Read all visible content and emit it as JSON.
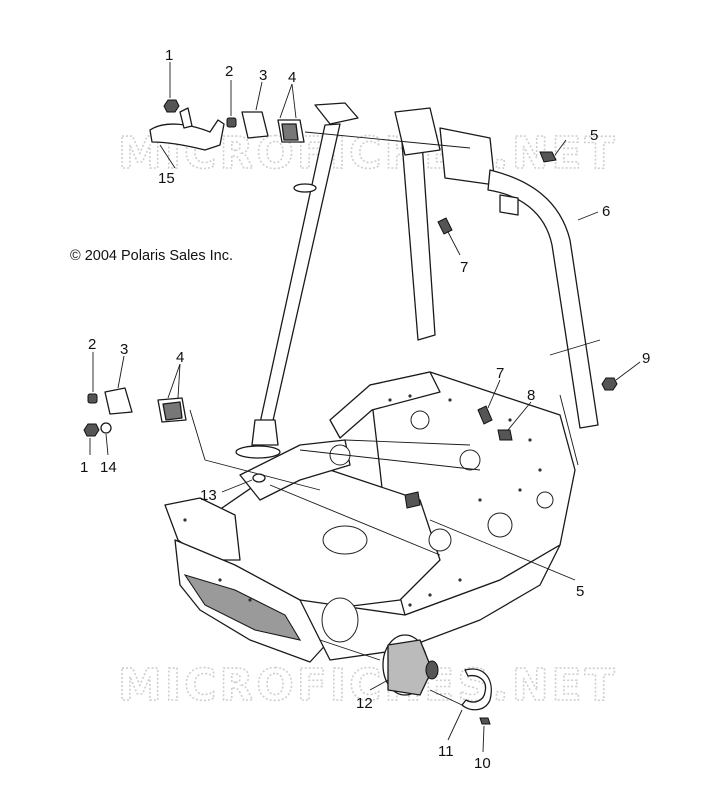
{
  "copyright": "© 2004 Polaris Sales Inc.",
  "watermark": "MICROFICHES.NET",
  "callouts": [
    "1",
    "2",
    "3",
    "4",
    "5",
    "6",
    "7",
    "15",
    "9",
    "7",
    "8",
    "2",
    "3",
    "4",
    "1",
    "14",
    "13",
    "5",
    "12",
    "11",
    "10"
  ]
}
